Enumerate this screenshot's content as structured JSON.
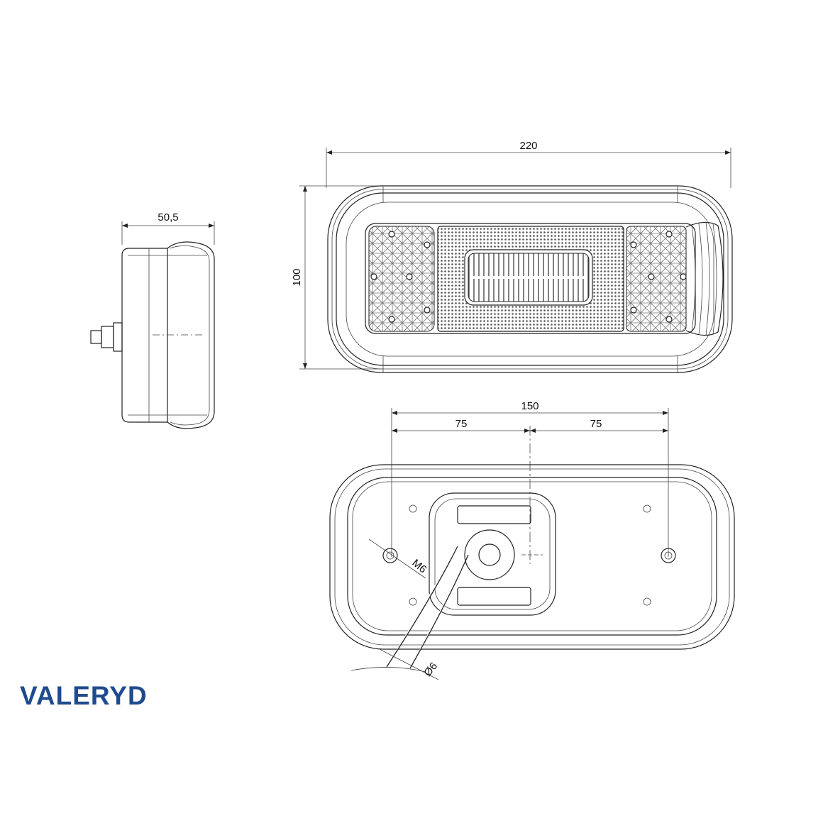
{
  "dimensions": {
    "side_depth": "50,5",
    "front_width": "220",
    "front_height": "100",
    "hole_spacing": "150",
    "half_spacing_left": "75",
    "half_spacing_right": "75",
    "thread": "M6",
    "cable_diameter": "Ø6"
  },
  "logo": {
    "text": "VALERYD",
    "color": "#1f4b8e"
  }
}
